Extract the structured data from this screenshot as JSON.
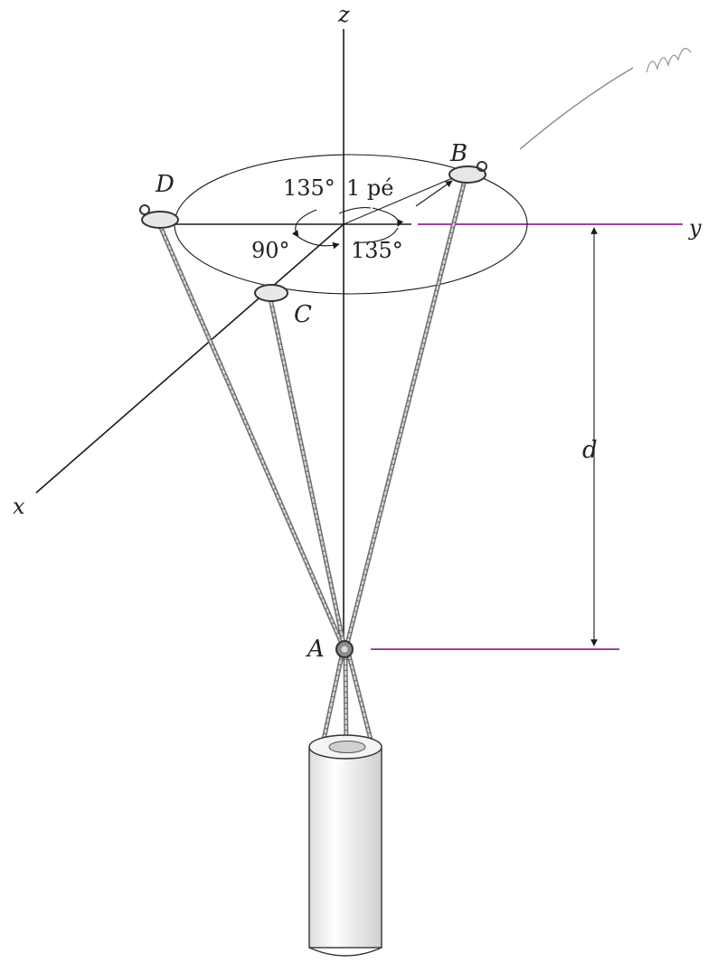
{
  "labels": {
    "axis_z": "z",
    "axis_y": "y",
    "axis_x": "x",
    "point_a": "A",
    "point_b": "B",
    "point_c": "C",
    "point_d": "D",
    "angle_1": "135°",
    "angle_2": "90°",
    "angle_3": "135°",
    "radius": "1 pé",
    "distance": "d"
  },
  "colors": {
    "ink": "#1a1a1a",
    "chain": "#6e6e6e",
    "guide_line": "#a0409a",
    "cylinder": "#f2f2f2"
  }
}
